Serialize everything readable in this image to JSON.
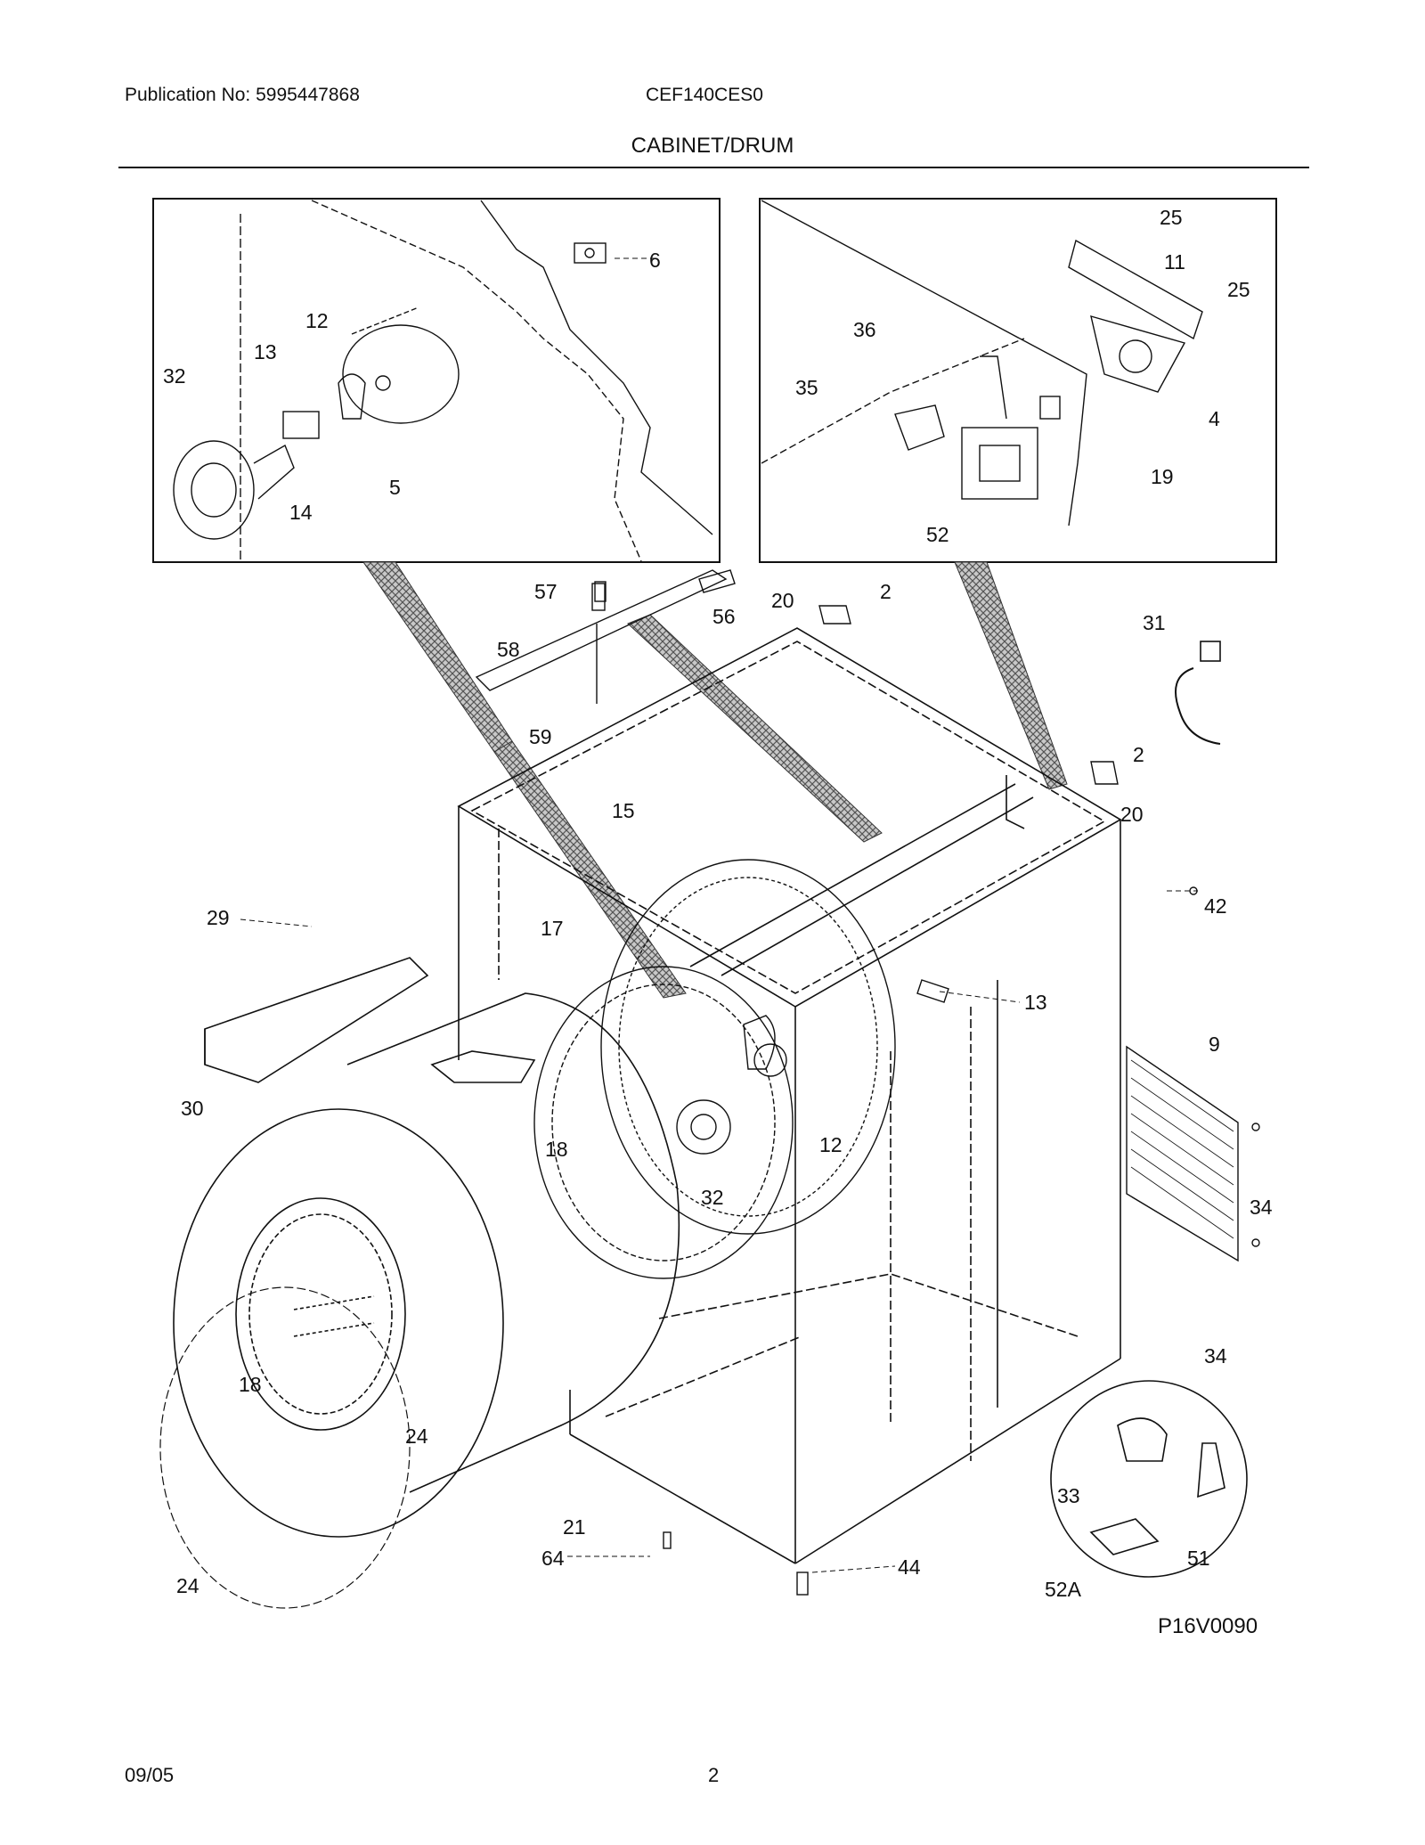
{
  "header": {
    "publication": "Publication No: 5995447868",
    "model": "CEF140CES0",
    "title": "CABINET/DRUM"
  },
  "diagram": {
    "drawing_id": "P16V0090",
    "callouts": [
      "25",
      "6",
      "11",
      "25",
      "12",
      "36",
      "13",
      "35",
      "32",
      "4",
      "5",
      "14",
      "19",
      "52",
      "57",
      "20",
      "2",
      "56",
      "31",
      "58",
      "59",
      "2",
      "20",
      "15",
      "42",
      "29",
      "17",
      "13",
      "9",
      "30",
      "18",
      "12",
      "32",
      "34",
      "34",
      "18",
      "24",
      "33",
      "21",
      "51",
      "64",
      "44",
      "24",
      "52A"
    ]
  },
  "footer": {
    "date": "09/05",
    "page": "2"
  }
}
